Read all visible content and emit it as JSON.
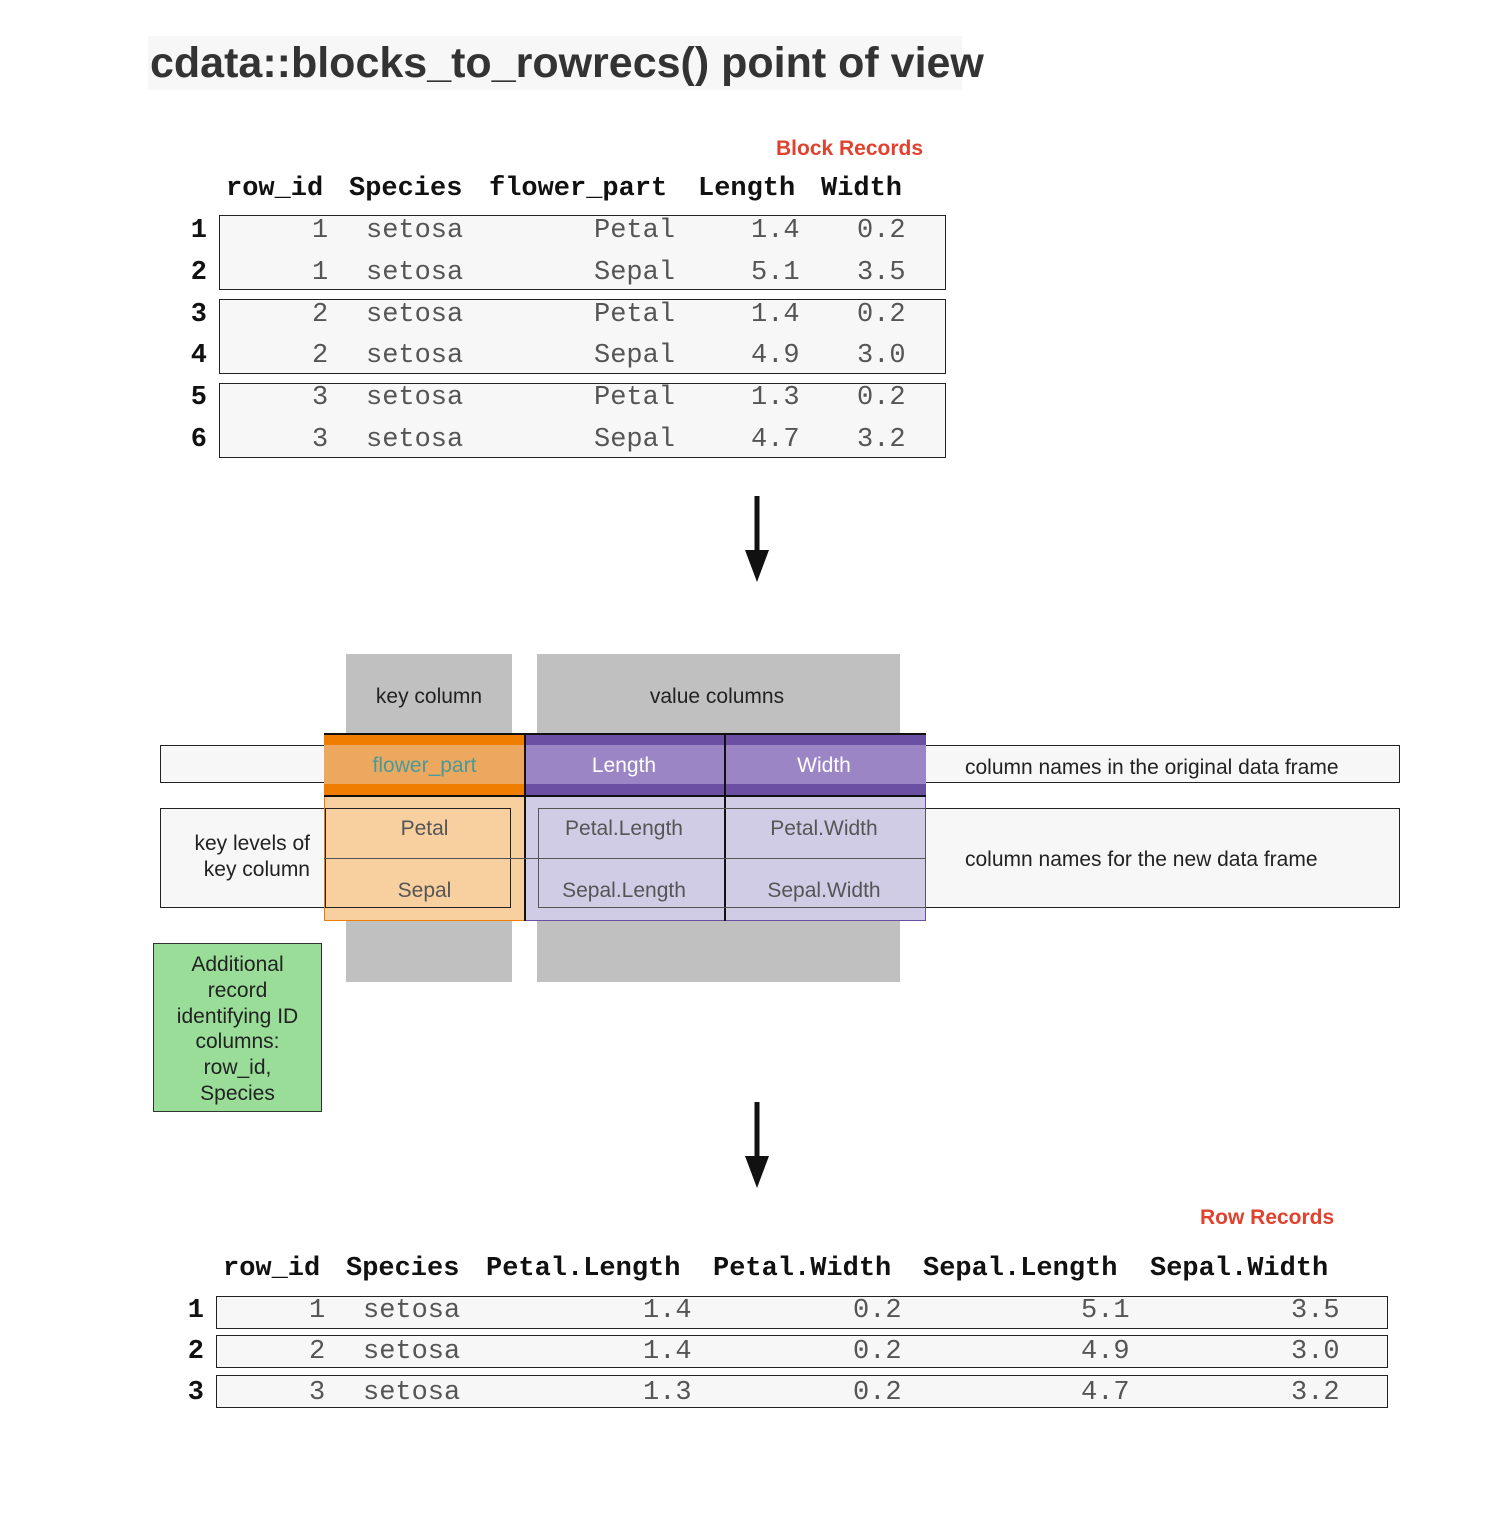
{
  "title": "cdata::blocks_to_rowrecs() point of view",
  "block_records": {
    "label": "Block Records",
    "headers": [
      "row_id",
      "Species",
      "flower_part",
      "Length",
      "Width"
    ],
    "row_numbers": [
      "1",
      "2",
      "3",
      "4",
      "5",
      "6"
    ],
    "rows": [
      [
        "1",
        "setosa",
        "Petal",
        "1.4",
        "0.2"
      ],
      [
        "1",
        "setosa",
        "Sepal",
        "5.1",
        "3.5"
      ],
      [
        "2",
        "setosa",
        "Petal",
        "1.4",
        "0.2"
      ],
      [
        "2",
        "setosa",
        "Sepal",
        "4.9",
        "3.0"
      ],
      [
        "3",
        "setosa",
        "Petal",
        "1.3",
        "0.2"
      ],
      [
        "3",
        "setosa",
        "Sepal",
        "4.7",
        "3.2"
      ]
    ]
  },
  "control_table": {
    "key_column_label": "key column",
    "value_columns_label": "value columns",
    "orig_names": [
      "flower_part",
      "Length",
      "Width"
    ],
    "orig_names_caption": "column names in the original data frame",
    "key_levels_caption_line1": "key levels of",
    "key_levels_caption_line2": "key column",
    "new_names_caption": "column names for the new data frame",
    "rows": [
      [
        "Petal",
        "Petal.Length",
        "Petal.Width"
      ],
      [
        "Sepal",
        "Sepal.Length",
        "Sepal.Width"
      ]
    ],
    "id_note_lines": [
      "Additional",
      "record",
      "identifying ID",
      "columns:",
      "row_id,",
      "Species"
    ],
    "colors": {
      "key_dark": "#f07d00",
      "key_mid": "#eca85e",
      "key_light": "#f8d0a0",
      "value_dark": "#6a4fa3",
      "value_mid": "#9b85c4",
      "value_light": "#d1cce5",
      "id_note": "#99dd99",
      "orig_key_text": "#4a9a99"
    }
  },
  "row_records": {
    "label": "Row Records",
    "headers": [
      "row_id",
      "Species",
      "Petal.Length",
      "Petal.Width",
      "Sepal.Length",
      "Sepal.Width"
    ],
    "row_numbers": [
      "1",
      "2",
      "3"
    ],
    "rows": [
      [
        "1",
        "setosa",
        "1.4",
        "0.2",
        "5.1",
        "3.5"
      ],
      [
        "2",
        "setosa",
        "1.4",
        "0.2",
        "4.9",
        "3.0"
      ],
      [
        "3",
        "setosa",
        "1.3",
        "0.2",
        "4.7",
        "3.2"
      ]
    ]
  }
}
